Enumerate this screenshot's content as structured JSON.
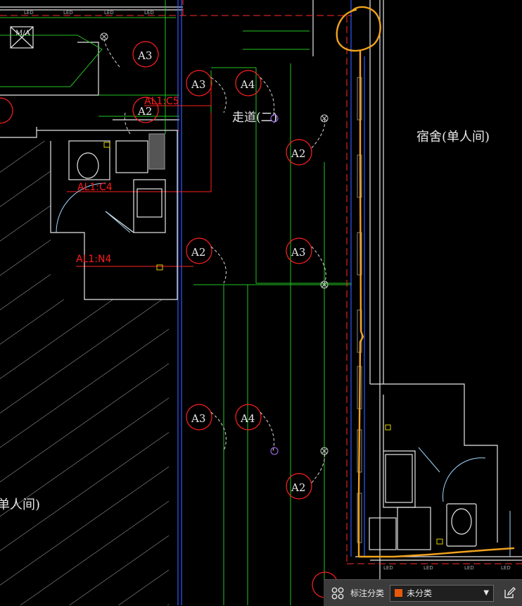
{
  "drawing": {
    "corridor_label": "走道(二)",
    "room_label_right": "宿舍(单人间)",
    "room_label_left": "单人间)",
    "tag_a1c5": "AL1:C5",
    "tag_a1c4": "AL1:C4",
    "tag_a1n4": "AL1:N4",
    "tag_ma": "M/A",
    "led": "LED",
    "bubbles": {
      "a3": "A3",
      "a2": "A2",
      "a4": "A4"
    },
    "markup_color": "#f0a21f"
  },
  "toolbar": {
    "label": "标注分类",
    "selected": "未分类",
    "swatch_color": "#e8590c"
  }
}
